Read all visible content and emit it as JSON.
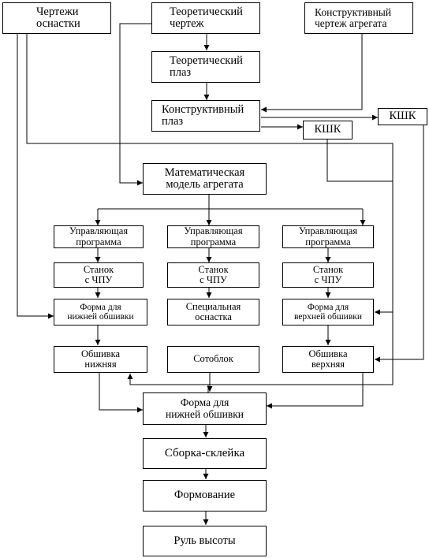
{
  "nodes": {
    "tooling_drawings": "Чертежи\nоснастки",
    "theoretical_drawing": "Теоретический\nчертеж",
    "assembly_design_drawing": "Конструктивный\nчертеж агрегата",
    "theoretical_plaz": "Теоретический\nплаз",
    "design_plaz": "Конструктивный\nплаз",
    "kshk_right": "КШК",
    "kshk_center": "КШК",
    "math_model": "Математическая\nмодель агрегата",
    "control_program_left": "Управляющая\nпрограмма",
    "control_program_mid": "Управляющая\nпрограмма",
    "control_program_right": "Управляющая\nпрограмма",
    "cnc_left": "Станок\nс ЧПУ",
    "cnc_mid": "Станок\nс ЧПУ",
    "cnc_right": "Станок\nс ЧПУ",
    "lower_skin_form": "Форма для\nнижней обшивки",
    "special_tooling": "Специальная\nоснастка",
    "upper_skin_form": "Форма для\nверхней обшивки",
    "lower_skin": "Обшивка\nнижняя",
    "honeycomb_block": "Сотоблок",
    "upper_skin": "Обшивка\nверхняя",
    "lower_skin_form_assembly": "Форма для\nнижней обшивки",
    "assembly_gluing": "Сборка-склейка",
    "molding": "Формование",
    "elevator": "Руль высоты"
  }
}
